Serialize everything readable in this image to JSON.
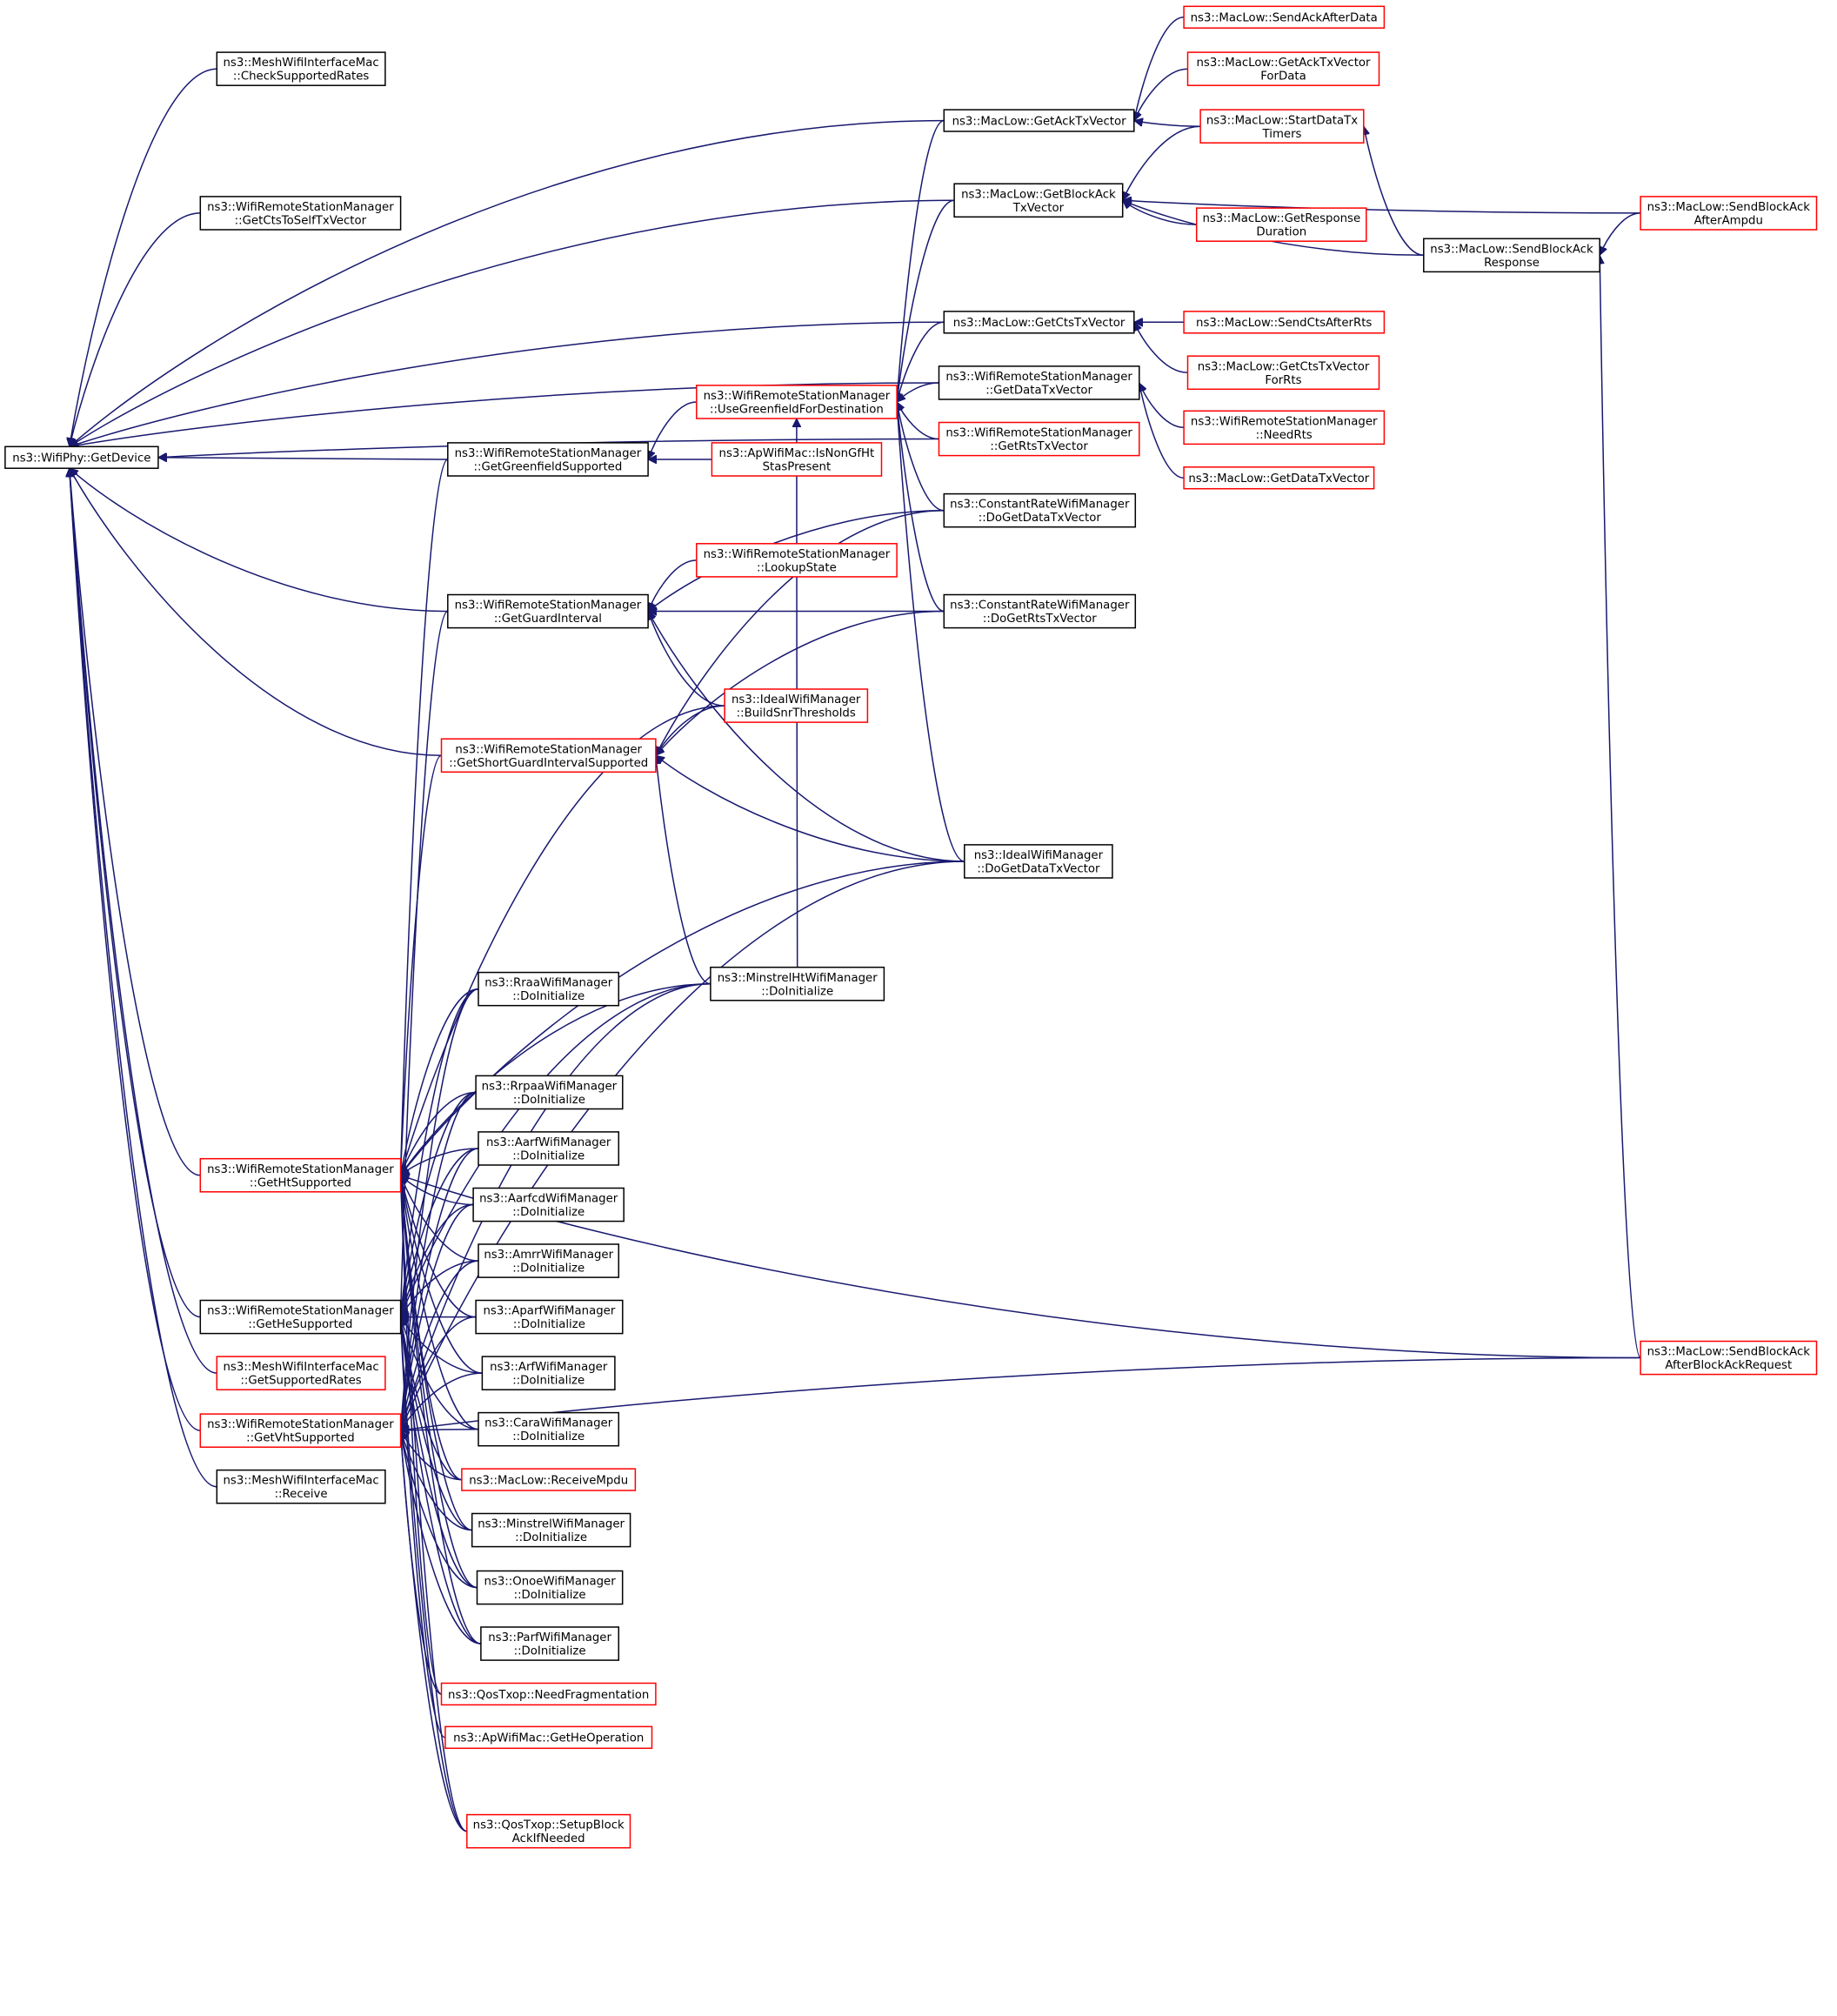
{
  "colors": {
    "edge": "#191970",
    "border_normal": "#000000",
    "border_red": "#ff0000",
    "root_fill": "#bfbfbf"
  },
  "nodes": [
    {
      "id": "root",
      "lines": [
        "ns3::WifiPhy::GetDevice"
      ],
      "style": "root"
    },
    {
      "id": "mwim_csr",
      "lines": [
        "ns3::MeshWifiInterfaceMac",
        "::CheckSupportedRates"
      ],
      "style": "normal"
    },
    {
      "id": "wrsm_ctsself",
      "lines": [
        "ns3::WifiRemoteStationManager",
        "::GetCtsToSelfTxVector"
      ],
      "style": "normal"
    },
    {
      "id": "wrsm_gfs",
      "lines": [
        "ns3::WifiRemoteStationManager",
        "::GetGreenfieldSupported"
      ],
      "style": "normal"
    },
    {
      "id": "wrsm_gi",
      "lines": [
        "ns3::WifiRemoteStationManager",
        "::GetGuardInterval"
      ],
      "style": "normal"
    },
    {
      "id": "wrsm_sgis",
      "lines": [
        "ns3::WifiRemoteStationManager",
        "::GetShortGuardIntervalSupported"
      ],
      "style": "red"
    },
    {
      "id": "wrsm_ht",
      "lines": [
        "ns3::WifiRemoteStationManager",
        "::GetHtSupported"
      ],
      "style": "red"
    },
    {
      "id": "wrsm_he",
      "lines": [
        "ns3::WifiRemoteStationManager",
        "::GetHeSupported"
      ],
      "style": "normal"
    },
    {
      "id": "mwim_gsr",
      "lines": [
        "ns3::MeshWifiInterfaceMac",
        "::GetSupportedRates"
      ],
      "style": "red"
    },
    {
      "id": "wrsm_vht",
      "lines": [
        "ns3::WifiRemoteStationManager",
        "::GetVhtSupported"
      ],
      "style": "red"
    },
    {
      "id": "mwim_recv",
      "lines": [
        "ns3::MeshWifiInterfaceMac",
        "::Receive"
      ],
      "style": "normal"
    },
    {
      "id": "rraa",
      "lines": [
        "ns3::RraaWifiManager",
        "::DoInitialize"
      ],
      "style": "normal"
    },
    {
      "id": "rrpaa",
      "lines": [
        "ns3::RrpaaWifiManager",
        "::DoInitialize"
      ],
      "style": "normal"
    },
    {
      "id": "aarf",
      "lines": [
        "ns3::AarfWifiManager",
        "::DoInitialize"
      ],
      "style": "normal"
    },
    {
      "id": "aarfcd",
      "lines": [
        "ns3::AarfcdWifiManager",
        "::DoInitialize"
      ],
      "style": "normal"
    },
    {
      "id": "amrr",
      "lines": [
        "ns3::AmrrWifiManager",
        "::DoInitialize"
      ],
      "style": "normal"
    },
    {
      "id": "aparf",
      "lines": [
        "ns3::AparfWifiManager",
        "::DoInitialize"
      ],
      "style": "normal"
    },
    {
      "id": "arf",
      "lines": [
        "ns3::ArfWifiManager",
        "::DoInitialize"
      ],
      "style": "normal"
    },
    {
      "id": "cara",
      "lines": [
        "ns3::CaraWifiManager",
        "::DoInitialize"
      ],
      "style": "normal"
    },
    {
      "id": "recvmpdu",
      "lines": [
        "ns3::MacLow::ReceiveMpdu"
      ],
      "style": "red"
    },
    {
      "id": "minstrel",
      "lines": [
        "ns3::MinstrelWifiManager",
        "::DoInitialize"
      ],
      "style": "normal"
    },
    {
      "id": "onoe",
      "lines": [
        "ns3::OnoeWifiManager",
        "::DoInitialize"
      ],
      "style": "normal"
    },
    {
      "id": "parf",
      "lines": [
        "ns3::ParfWifiManager",
        "::DoInitialize"
      ],
      "style": "normal"
    },
    {
      "id": "needfrag",
      "lines": [
        "ns3::QosTxop::NeedFragmentation"
      ],
      "style": "red"
    },
    {
      "id": "getheop",
      "lines": [
        "ns3::ApWifiMac::GetHeOperation"
      ],
      "style": "red"
    },
    {
      "id": "setupba",
      "lines": [
        "ns3::QosTxop::SetupBlock",
        "AckIfNeeded"
      ],
      "style": "red"
    },
    {
      "id": "wrsm_ugfd",
      "lines": [
        "ns3::WifiRemoteStationManager",
        "::UseGreenfieldForDestination"
      ],
      "style": "red"
    },
    {
      "id": "isnongf",
      "lines": [
        "ns3::ApWifiMac::IsNonGfHt",
        "StasPresent"
      ],
      "style": "red"
    },
    {
      "id": "lookup",
      "lines": [
        "ns3::WifiRemoteStationManager",
        "::LookupState"
      ],
      "style": "red"
    },
    {
      "id": "bsnr",
      "lines": [
        "ns3::IdealWifiManager",
        "::BuildSnrThresholds"
      ],
      "style": "red"
    },
    {
      "id": "minstrelht",
      "lines": [
        "ns3::MinstrelHtWifiManager",
        "::DoInitialize"
      ],
      "style": "normal"
    },
    {
      "id": "getack",
      "lines": [
        "ns3::MacLow::GetAckTxVector"
      ],
      "style": "normal"
    },
    {
      "id": "getba",
      "lines": [
        "ns3::MacLow::GetBlockAck",
        "TxVector"
      ],
      "style": "normal"
    },
    {
      "id": "getcts",
      "lines": [
        "ns3::MacLow::GetCtsTxVector"
      ],
      "style": "normal"
    },
    {
      "id": "wrsm_gdtv",
      "lines": [
        "ns3::WifiRemoteStationManager",
        "::GetDataTxVector"
      ],
      "style": "normal"
    },
    {
      "id": "wrsm_grtv",
      "lines": [
        "ns3::WifiRemoteStationManager",
        "::GetRtsTxVector"
      ],
      "style": "red"
    },
    {
      "id": "crwm_dgd",
      "lines": [
        "ns3::ConstantRateWifiManager",
        "::DoGetDataTxVector"
      ],
      "style": "normal"
    },
    {
      "id": "crwm_dgr",
      "lines": [
        "ns3::ConstantRateWifiManager",
        "::DoGetRtsTxVector"
      ],
      "style": "normal"
    },
    {
      "id": "iwm_dgd",
      "lines": [
        "ns3::IdealWifiManager",
        "::DoGetDataTxVector"
      ],
      "style": "normal"
    },
    {
      "id": "sendack",
      "lines": [
        "ns3::MacLow::SendAckAfterData"
      ],
      "style": "red"
    },
    {
      "id": "getackfd",
      "lines": [
        "ns3::MacLow::GetAckTxVector",
        "ForData"
      ],
      "style": "red"
    },
    {
      "id": "startdata",
      "lines": [
        "ns3::MacLow::StartDataTx",
        "Timers"
      ],
      "style": "red"
    },
    {
      "id": "getresp",
      "lines": [
        "ns3::MacLow::GetResponse",
        "Duration"
      ],
      "style": "red"
    },
    {
      "id": "sendctsrts",
      "lines": [
        "ns3::MacLow::SendCtsAfterRts"
      ],
      "style": "red"
    },
    {
      "id": "getctsfr",
      "lines": [
        "ns3::MacLow::GetCtsTxVector",
        "ForRts"
      ],
      "style": "red"
    },
    {
      "id": "needrts",
      "lines": [
        "ns3::WifiRemoteStationManager",
        "::NeedRts"
      ],
      "style": "red"
    },
    {
      "id": "getdatatv",
      "lines": [
        "ns3::MacLow::GetDataTxVector"
      ],
      "style": "red"
    },
    {
      "id": "sbaresp",
      "lines": [
        "ns3::MacLow::SendBlockAck",
        "Response"
      ],
      "style": "normal"
    },
    {
      "id": "sbaampdu",
      "lines": [
        "ns3::MacLow::SendBlockAck",
        "AfterAmpdu"
      ],
      "style": "red"
    },
    {
      "id": "sbabar",
      "lines": [
        "ns3::MacLow::SendBlockAck",
        "AfterBlockAckRequest"
      ],
      "style": "red"
    }
  ],
  "edges": [
    [
      "root",
      "mwim_csr"
    ],
    [
      "root",
      "getack"
    ],
    [
      "root",
      "getba"
    ],
    [
      "root",
      "wrsm_ctsself"
    ],
    [
      "root",
      "getcts"
    ],
    [
      "root",
      "wrsm_gdtv"
    ],
    [
      "root",
      "wrsm_grtv"
    ],
    [
      "root",
      "wrsm_gfs"
    ],
    [
      "root",
      "wrsm_gi"
    ],
    [
      "root",
      "wrsm_sgis"
    ],
    [
      "root",
      "wrsm_ht"
    ],
    [
      "root",
      "wrsm_he"
    ],
    [
      "root",
      "mwim_gsr"
    ],
    [
      "root",
      "wrsm_vht"
    ],
    [
      "root",
      "mwim_recv"
    ],
    [
      "wrsm_gfs",
      "wrsm_ugfd"
    ],
    [
      "wrsm_gfs",
      "isnongf"
    ],
    [
      "wrsm_ht",
      "wrsm_gfs"
    ],
    [
      "wrsm_gi",
      "crwm_dgd"
    ],
    [
      "wrsm_gi",
      "lookup"
    ],
    [
      "wrsm_gi",
      "crwm_dgr"
    ],
    [
      "wrsm_gi",
      "bsnr"
    ],
    [
      "wrsm_gi",
      "iwm_dgd"
    ],
    [
      "wrsm_he",
      "wrsm_gi"
    ],
    [
      "wrsm_sgis",
      "bsnr"
    ],
    [
      "wrsm_sgis",
      "crwm_dgd"
    ],
    [
      "wrsm_sgis",
      "crwm_dgr"
    ],
    [
      "wrsm_sgis",
      "iwm_dgd"
    ],
    [
      "wrsm_sgis",
      "minstrelht"
    ],
    [
      "wrsm_ht",
      "wrsm_sgis"
    ],
    [
      "wrsm_ugfd",
      "getack"
    ],
    [
      "wrsm_ugfd",
      "getba"
    ],
    [
      "wrsm_ugfd",
      "getcts"
    ],
    [
      "wrsm_ugfd",
      "wrsm_gdtv"
    ],
    [
      "wrsm_ugfd",
      "wrsm_grtv"
    ],
    [
      "wrsm_ugfd",
      "crwm_dgd"
    ],
    [
      "wrsm_ugfd",
      "crwm_dgr"
    ],
    [
      "wrsm_ugfd",
      "iwm_dgd"
    ],
    [
      "wrsm_ugfd",
      "minstrelht"
    ],
    [
      "getack",
      "sendack"
    ],
    [
      "getack",
      "getackfd"
    ],
    [
      "getack",
      "startdata"
    ],
    [
      "getba",
      "startdata"
    ],
    [
      "getba",
      "getresp"
    ],
    [
      "getba",
      "sbaresp"
    ],
    [
      "getba",
      "sbaampdu"
    ],
    [
      "startdata",
      "sbaresp"
    ],
    [
      "sbaresp",
      "sbaampdu"
    ],
    [
      "sbaresp",
      "sbabar"
    ],
    [
      "getcts",
      "sendctsrts"
    ],
    [
      "getcts",
      "getctsfr"
    ],
    [
      "wrsm_gdtv",
      "needrts"
    ],
    [
      "wrsm_gdtv",
      "getdatatv"
    ],
    [
      "wrsm_ht",
      "bsnr"
    ],
    [
      "wrsm_ht",
      "iwm_dgd"
    ],
    [
      "wrsm_ht",
      "minstrelht"
    ],
    [
      "wrsm_ht",
      "sbabar"
    ],
    [
      "wrsm_ht",
      "rraa"
    ],
    [
      "wrsm_ht",
      "rrpaa"
    ],
    [
      "wrsm_ht",
      "aarf"
    ],
    [
      "wrsm_ht",
      "aarfcd"
    ],
    [
      "wrsm_ht",
      "amrr"
    ],
    [
      "wrsm_ht",
      "aparf"
    ],
    [
      "wrsm_ht",
      "arf"
    ],
    [
      "wrsm_ht",
      "cara"
    ],
    [
      "wrsm_ht",
      "recvmpdu"
    ],
    [
      "wrsm_ht",
      "minstrel"
    ],
    [
      "wrsm_ht",
      "onoe"
    ],
    [
      "wrsm_ht",
      "parf"
    ],
    [
      "wrsm_ht",
      "needfrag"
    ],
    [
      "wrsm_ht",
      "setupba"
    ],
    [
      "wrsm_he",
      "rraa"
    ],
    [
      "wrsm_he",
      "rrpaa"
    ],
    [
      "wrsm_he",
      "aarf"
    ],
    [
      "wrsm_he",
      "aarfcd"
    ],
    [
      "wrsm_he",
      "amrr"
    ],
    [
      "wrsm_he",
      "aparf"
    ],
    [
      "wrsm_he",
      "arf"
    ],
    [
      "wrsm_he",
      "cara"
    ],
    [
      "wrsm_he",
      "recvmpdu"
    ],
    [
      "wrsm_he",
      "minstrel"
    ],
    [
      "wrsm_he",
      "onoe"
    ],
    [
      "wrsm_he",
      "parf"
    ],
    [
      "wrsm_he",
      "getheop"
    ],
    [
      "wrsm_he",
      "setupba"
    ],
    [
      "wrsm_he",
      "minstrelht"
    ],
    [
      "wrsm_vht",
      "rraa"
    ],
    [
      "wrsm_vht",
      "rrpaa"
    ],
    [
      "wrsm_vht",
      "aarf"
    ],
    [
      "wrsm_vht",
      "aarfcd"
    ],
    [
      "wrsm_vht",
      "amrr"
    ],
    [
      "wrsm_vht",
      "aparf"
    ],
    [
      "wrsm_vht",
      "arf"
    ],
    [
      "wrsm_vht",
      "cara"
    ],
    [
      "wrsm_vht",
      "recvmpdu"
    ],
    [
      "wrsm_vht",
      "minstrel"
    ],
    [
      "wrsm_vht",
      "onoe"
    ],
    [
      "wrsm_vht",
      "parf"
    ],
    [
      "wrsm_vht",
      "needfrag"
    ],
    [
      "wrsm_vht",
      "setupba"
    ],
    [
      "wrsm_vht",
      "minstrelht"
    ],
    [
      "wrsm_vht",
      "iwm_dgd"
    ],
    [
      "wrsm_vht",
      "sbabar"
    ]
  ]
}
